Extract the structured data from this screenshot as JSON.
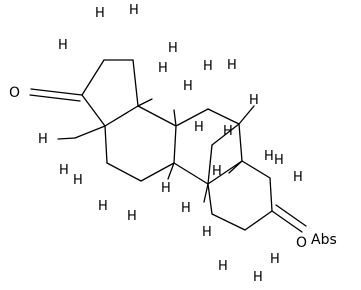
{
  "diagram": {
    "atom_labels": {
      "ketone_oxygen_left": "O",
      "ketone_oxygen_right": "O",
      "overlap_label": "Abs"
    },
    "hydrogen_label": "H"
  }
}
